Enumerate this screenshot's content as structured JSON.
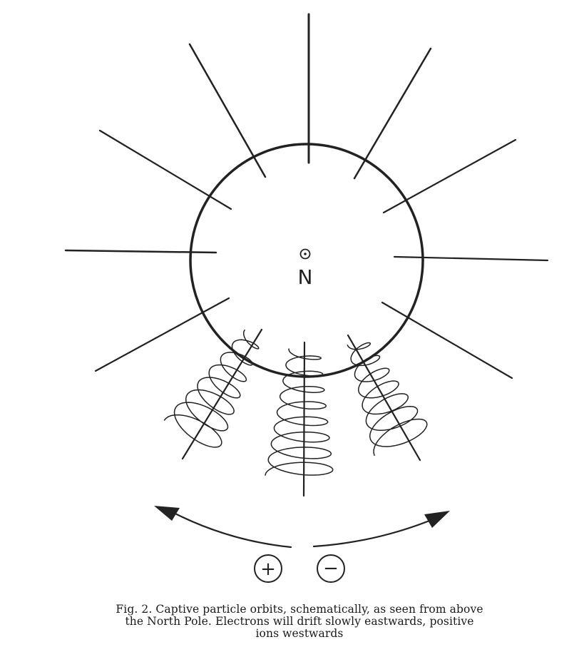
{
  "figure": {
    "pole_label": "N",
    "charges": {
      "positive": "+",
      "negative": "−"
    }
  },
  "caption": {
    "line1": "Fig. 2.  Captive particle orbits, schematically, as seen from above",
    "line2": "the North Pole.  Electrons will drift slowly eastwards, positive",
    "line3": "ions westwards"
  },
  "colors": {
    "ink": "#222222",
    "background": "#ffffff"
  }
}
